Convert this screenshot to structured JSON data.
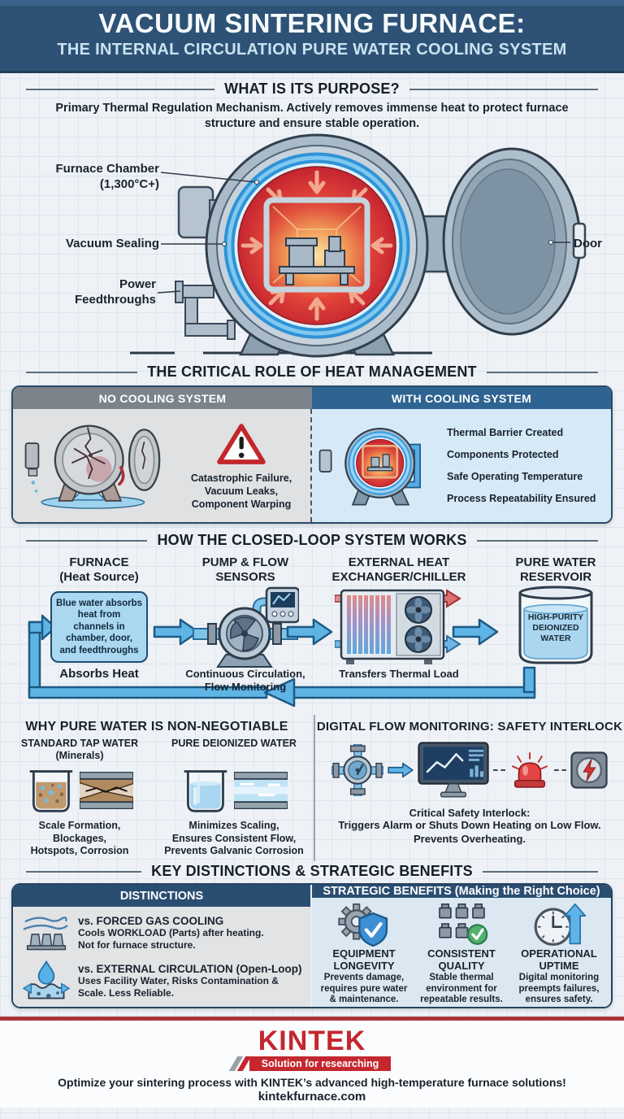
{
  "header": {
    "title": "VACUUM SINTERING FURNACE:",
    "subtitle": "THE INTERNAL CIRCULATION PURE WATER COOLING SYSTEM"
  },
  "purpose": {
    "heading": "WHAT IS ITS PURPOSE?",
    "body": "Primary Thermal Regulation Mechanism. Actively removes immense heat to protect furnace structure and ensure stable operation."
  },
  "furnace": {
    "label_chamber": "Furnace Chamber\n(1,300°C+)",
    "label_sealing": "Vacuum Sealing",
    "label_power": "Power\nFeedthroughs",
    "label_door": "Door"
  },
  "heat_management": {
    "heading": "THE CRITICAL ROLE OF HEAT MANAGEMENT",
    "no_cooling": {
      "header": "NO COOLING SYSTEM",
      "caption": "Catastrophic Failure,\nVacuum Leaks,\nComponent Warping"
    },
    "with_cooling": {
      "header": "WITH COOLING SYSTEM",
      "items": [
        "Thermal Barrier Created",
        "Components Protected",
        "Safe Operating Temperature",
        "Process Repeatability Ensured"
      ]
    }
  },
  "closed_loop": {
    "heading": "HOW THE CLOSED-LOOP SYSTEM WORKS",
    "stages": [
      {
        "title": "FURNACE\n(Heat Source)",
        "box_text": "Blue water absorbs\nheat from\nchannels in\nchamber, door,\nand feedthroughs",
        "caption": "Absorbs Heat"
      },
      {
        "title": "PUMP & FLOW\nSENSORS",
        "caption": "Continuous Circulation,\nFlow Monitoring"
      },
      {
        "title": "EXTERNAL HEAT\nEXCHANGER/CHILLER",
        "caption": "Transfers Thermal Load"
      },
      {
        "title": "PURE WATER\nRESERVOIR",
        "tank_label": "HIGH-PURITY\nDEIONIZED\nWATER"
      }
    ]
  },
  "pure_water": {
    "heading": "WHY PURE WATER IS NON-NEGOTIABLE",
    "tap": {
      "title": "STANDARD TAP WATER",
      "subtitle": "(Minerals)",
      "caption": "Scale Formation,\nBlockages,\nHotspots, Corrosion"
    },
    "deionized": {
      "title": "PURE DEIONIZED WATER",
      "caption": "Minimizes Scaling,\nEnsures Consistent Flow,\nPrevents Galvanic Corrosion"
    }
  },
  "flow_monitoring": {
    "heading": "DIGITAL FLOW MONITORING: SAFETY INTERLOCK",
    "caption_title": "Critical Safety Interlock:",
    "caption_body": "Triggers Alarm or Shuts Down Heating on Low Flow.\nPrevents Overheating."
  },
  "key_section": {
    "heading": "KEY DISTINCTIONS & STRATEGIC BENEFITS",
    "distinctions": {
      "header": "DISTINCTIONS",
      "items": [
        {
          "title": "vs. FORCED GAS COOLING",
          "body": "Cools WORKLOAD (Parts) after heating.\nNot for furnace structure."
        },
        {
          "title": "vs. EXTERNAL CIRCULATION (Open-Loop)",
          "body": "Uses Facility Water, Risks Contamination &\nScale. Less Reliable."
        }
      ]
    },
    "benefits": {
      "header": "STRATEGIC BENEFITS (Making the Right Choice)",
      "items": [
        {
          "title": "EQUIPMENT\nLONGEVITY",
          "body": "Prevents damage,\nrequires pure water\n& maintenance."
        },
        {
          "title": "CONSISTENT\nQUALITY",
          "body": "Stable thermal\nenvironment for\nrepeatable results."
        },
        {
          "title": "OPERATIONAL\nUPTIME",
          "body": "Digital monitoring\npreempts failures,\nensures safety."
        }
      ]
    }
  },
  "footer": {
    "logo": "KINTEK",
    "logo_tagline": "Solution for researching",
    "tagline": "Optimize your sintering process with KINTEK’s advanced high-temperature furnace solutions!",
    "website": "kintekfurnace.com"
  },
  "colors": {
    "header_blue": "#2e5275",
    "accent_blue": "#3ba4e6",
    "hot_red": "#e2443a",
    "brand_red": "#c4272e",
    "panel_navy": "#2a4d72"
  }
}
